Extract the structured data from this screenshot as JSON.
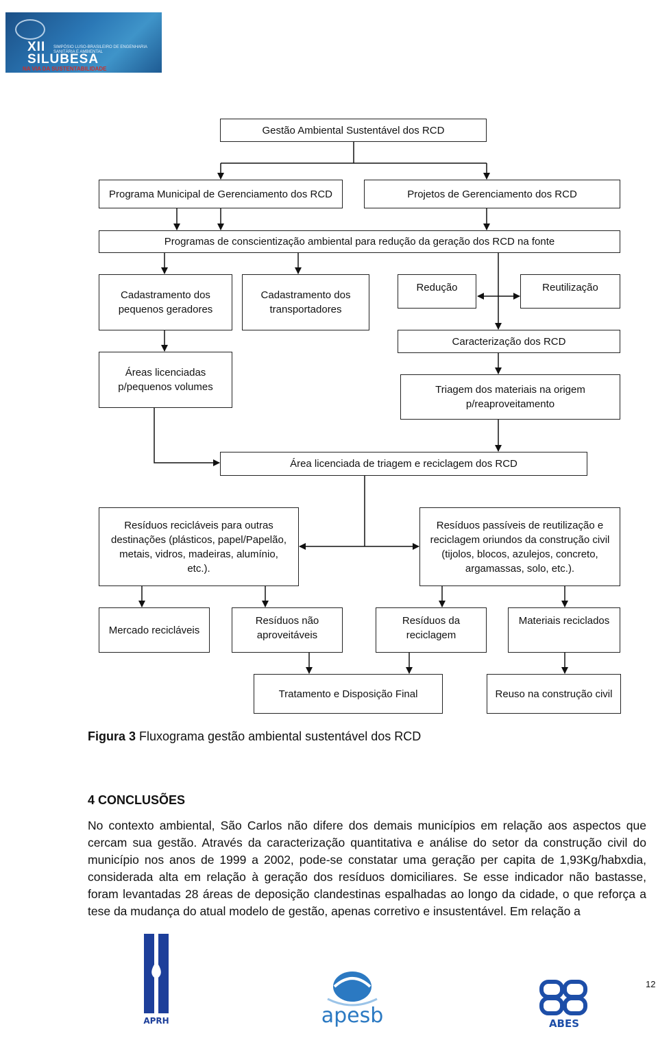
{
  "header_logo": {
    "line1": "XII",
    "line2": "SILUBESA",
    "small": "SIMPÓSIO LUSO-BRASILEIRO DE ENGENHARIA SANITÁRIA E AMBIENTAL",
    "tagline": "NA VIA DA SUSTENTABILIDADE"
  },
  "flowchart": {
    "root": "Gestão Ambiental Sustentável dos RCD",
    "municipal_program": "Programa Municipal de Gerenciamento dos RCD",
    "projects": "Projetos de Gerenciamento dos RCD",
    "awareness": "Programas de conscientização ambiental para redução da geração dos RCD na fonte",
    "small_generators": [
      "Cadastramento dos",
      "pequenos geradores"
    ],
    "transporters": [
      "Cadastramento dos",
      "transportadores"
    ],
    "reduction": "Redução",
    "reuse": "Reutilização",
    "characterization": "Caracterização dos RCD",
    "licensed_small": [
      "Áreas licenciadas",
      "p/pequenos volumes"
    ],
    "sorting_origin": [
      "Triagem dos materiais na origem",
      "p/reaproveitamento"
    ],
    "licensed_sorting": "Área licenciada de triagem e reciclagem dos RCD",
    "recyclables": [
      "Resíduos recicláveis para outras",
      "destinações (plásticos, papel/Papelão,",
      "metais, vidros, madeiras, alumínio,",
      "etc.)."
    ],
    "reusable": [
      "Resíduos passíveis de reutilização e",
      "reciclagem oriundos da construção civil",
      "(tijolos, blocos, azulejos, concreto,",
      "argamassas, solo, etc.)."
    ],
    "market": "Mercado recicláveis",
    "non_usable": [
      "Resíduos não",
      "aproveitáveis"
    ],
    "recycling_residues": [
      "Resíduos da",
      "reciclagem"
    ],
    "recycled_materials": "Materiais reciclados",
    "treatment": "Tratamento e Disposição Final",
    "reuse_construction": "Reuso na construção civil"
  },
  "caption": {
    "label": "Figura 3",
    "text": " Fluxograma  gestão ambiental sustentável dos RCD"
  },
  "section": {
    "title": "4 CONCLUSÕES",
    "paragraph": "No contexto ambiental, São Carlos não difere dos demais municípios em relação aos aspectos que cercam sua gestão. Através da caracterização quantitativa e análise do setor da construção civil do município nos anos de 1999 a 2002, pode-se constatar uma geração per capita de 1,93Kg/habxdia, considerada alta em relação à geração dos resíduos domiciliares. Se esse indicador não bastasse, foram levantadas 28 áreas de deposição clandestinas espalhadas ao longo da cidade, o que reforça a tese da mudança do atual modelo de gestão, apenas corretivo e insustentável. Em relação a"
  },
  "footer": {
    "logo1": "APRH",
    "logo2": "apesb",
    "logo3": "ABES",
    "page_number": "12"
  }
}
